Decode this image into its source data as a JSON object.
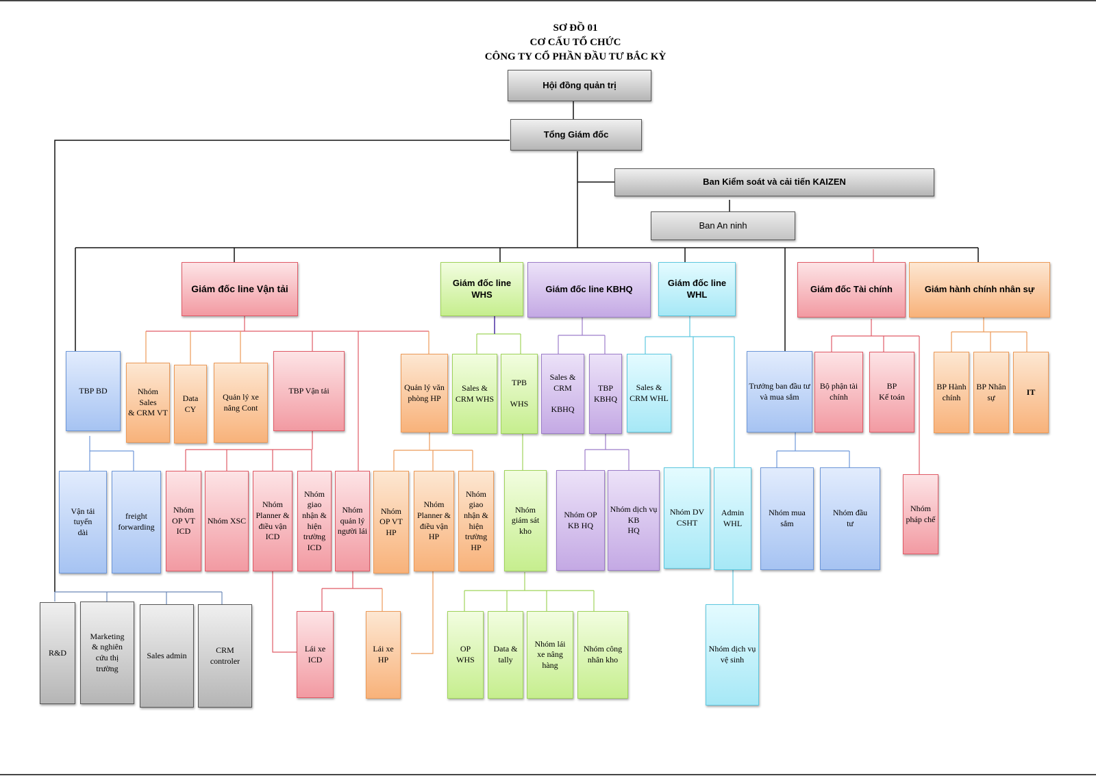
{
  "title": {
    "line1": "SƠ ĐỒ  01",
    "line2": "CƠ CẤU TỔ CHỨC",
    "line3": "CÔNG TY CỔ PHẦN ĐẦU TƯ BẮC KỲ"
  },
  "colors": {
    "executive": "#c4c4c4",
    "transport": "#f29aa2",
    "office": "#f8b27a",
    "warehouse": "#c6ee8e",
    "customs": "#c4a9e4",
    "logistics": "#a6e8f6",
    "business": "#a6c3f2"
  },
  "nodes": {
    "board": "Hội đồng quản trị",
    "ceo": "Tổng Giám đốc",
    "kaizen": "Ban Kiểm soát và cải tiến KAIZEN",
    "security": "Ban An ninh",
    "gd_vantai": "Giám đốc line Vận tải",
    "gd_whs": "Giám đốc line\nWHS",
    "gd_kbhq": "Giám đốc line KBHQ",
    "gd_whl": "Giám đốc line\nWHL",
    "gd_taichinh": "Giám đốc  Tài chính",
    "gd_hcns": "Giám hành chính nhân sự",
    "tbp_bd": "TBP BD",
    "nhom_sales_vt": "Nhóm Sales\n& CRM VT",
    "data_cy": "Data\nCY",
    "ql_xe": "Quản lý  xe\nnâng  Cont",
    "tbp_vantai": "TBP Vận tải",
    "ql_vanphong_hp": "Quản lý văn\nphòng HP",
    "sales_whs": "Sales &\nCRM WHS",
    "tpb_whs": "TPB\n\nWHS",
    "sales_kbhq": "Sales &\nCRM\n\nKBHQ",
    "tbp_kbhq": "TBP\nKBHQ",
    "sales_whl": "Sales &\nCRM WHL",
    "truong_ban_dautu": "Trưởng ban đầu tư\nvà mua sắm",
    "bp_taichinh": "Bộ phận  tài\nchính",
    "bp_ketoan": "BP\nKế toán",
    "bp_hanhchinh": "BP Hành\nchính",
    "bp_nhansu": "BP Nhân\nsự",
    "it": "IT",
    "vantai_tuyen_dai": "Vận tải tuyến\ndài",
    "freight": "freight\nforwarding",
    "op_vt_icd": "Nhóm\nOP VT\nICD",
    "nhom_xsc": "Nhóm XSC",
    "planner_icd": "Nhóm\nPlanner &\nđiều vận\nICD",
    "giaonhan_icd": "Nhóm\ngiao\nnhận &\nhiện\ntrường\nICD",
    "ql_nguoilai": "Nhóm\nquản lý\nngười lái",
    "op_vt_hp": "Nhóm\nOP VT\nHP",
    "planner_hp": "Nhóm\nPlanner &\nđiều vận\nHP",
    "giaonhan_hp": "Nhóm\ngiao\nnhận &\nhiện\ntrường\nHP",
    "giamsat_kho": "Nhóm\ngiám sát\nkho",
    "op_kbhq": "Nhóm OP\nKB HQ",
    "dichvu_kbhq": "Nhóm dịch vụ\nKB\nHQ",
    "dv_csht": "Nhóm DV\nCSHT",
    "admin_whl": "Admin\nWHL",
    "mua_sam": "Nhóm mua\nsắm",
    "dau_tu": "Nhóm đầu\ntư",
    "phap_che": "Nhóm\npháp chế",
    "rnd": "R&D",
    "marketing": "Marketing\n& nghiên\ncứu thị\ntrường",
    "sales_admin": "Sales admin",
    "crm_controler": "CRM\ncontroler",
    "laixe_icd": "Lái xe\nICD",
    "laixe_hp": "Lái xe HP",
    "op_whs": "OP\nWHS",
    "data_tally": "Data &\ntally",
    "laixe_nang": "Nhóm lái\nxe nâng\nhàng",
    "congnhan_kho": "Nhóm công\nnhân kho",
    "dichvu_vesinh": "Nhóm dịch vụ\nvệ sinh"
  }
}
